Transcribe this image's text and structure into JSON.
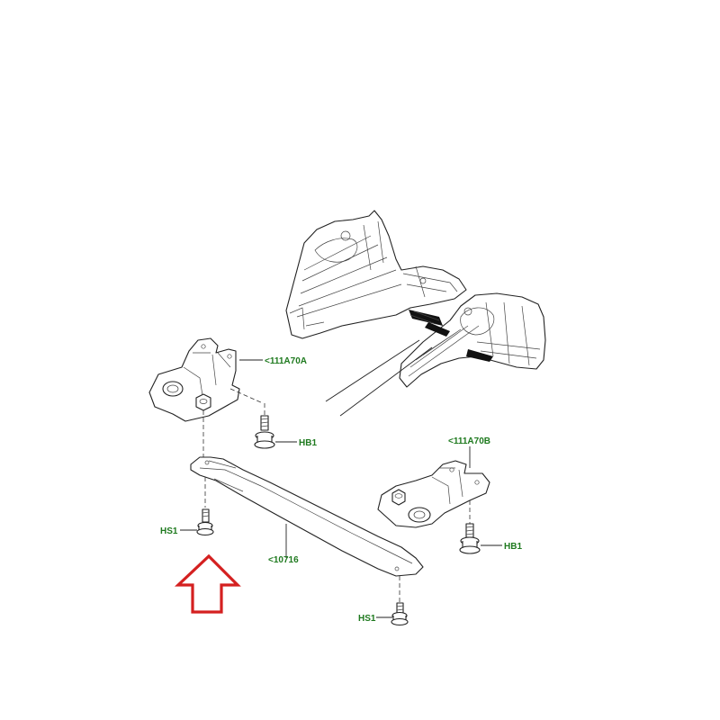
{
  "diagram": {
    "labels": {
      "bracket_left": "<111A70A",
      "bracket_right": "<111A70B",
      "bolt_hb1_left": "HB1",
      "bolt_hb1_right": "HB1",
      "bolt_hs1_left": "HS1",
      "bolt_hs1_right": "HS1",
      "crossmember": "<10716"
    },
    "colors": {
      "label": "#1f7a1f",
      "arrow": "#d42020",
      "line": "#222222"
    },
    "icons": {
      "direction_arrow": "up-arrow-icon"
    }
  }
}
